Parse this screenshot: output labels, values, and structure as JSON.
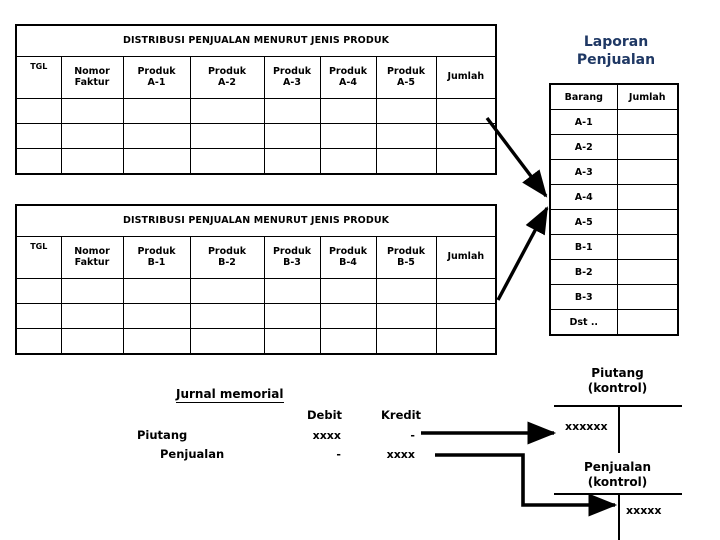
{
  "tables": [
    {
      "id": "distribusi-a",
      "title": "DISTRIBUSI PENJUALAN MENURUT JENIS PRODUK",
      "headers": [
        "TGL",
        "Nomor Faktur",
        "Produk A-1",
        "Produk A-2",
        "Produk A-3",
        "Produk A-4",
        "Produk A-5",
        "Jumlah"
      ],
      "headers_lines": [
        [
          "TGL",
          ""
        ],
        [
          "Nomor",
          "Faktur"
        ],
        [
          "Produk",
          "A-1"
        ],
        [
          "Produk",
          "A-2"
        ],
        [
          "Produk",
          "A-3"
        ],
        [
          "Produk",
          "A-4"
        ],
        [
          "Produk",
          "A-5"
        ],
        [
          "Jumlah",
          ""
        ]
      ],
      "rows": [
        [
          "",
          "",
          "",
          "",
          "",
          "",
          "",
          ""
        ],
        [
          "",
          "",
          "",
          "",
          "",
          "",
          "",
          ""
        ],
        [
          "",
          "",
          "",
          "",
          "",
          "",
          "",
          ""
        ]
      ]
    },
    {
      "id": "distribusi-b",
      "title": "DISTRIBUSI PENJUALAN MENURUT JENIS PRODUK",
      "headers": [
        "TGL",
        "Nomor Faktur",
        "Produk B-1",
        "Produk B-2",
        "Produk B-3",
        "Produk B-4",
        "Produk B-5",
        "Jumlah"
      ],
      "headers_lines": [
        [
          "TGL",
          ""
        ],
        [
          "Nomor",
          "Faktur"
        ],
        [
          "Produk",
          "B-1"
        ],
        [
          "Produk",
          "B-2"
        ],
        [
          "Produk",
          "B-3"
        ],
        [
          "Produk",
          "B-4"
        ],
        [
          "Produk",
          "B-5"
        ],
        [
          "Jumlah",
          ""
        ]
      ],
      "rows": [
        [
          "",
          "",
          "",
          "",
          "",
          "",
          "",
          ""
        ],
        [
          "",
          "",
          "",
          "",
          "",
          "",
          "",
          ""
        ],
        [
          "",
          "",
          "",
          "",
          "",
          "",
          "",
          ""
        ]
      ]
    }
  ],
  "laporan": {
    "title_line1": "Laporan",
    "title_line2": "Penjualan",
    "title_color": "#1F3864",
    "headers": [
      "Barang",
      "Jumlah"
    ],
    "rows": [
      [
        "A-1",
        ""
      ],
      [
        "A-2",
        ""
      ],
      [
        "A-3",
        ""
      ],
      [
        "A-4",
        ""
      ],
      [
        "A-5",
        ""
      ],
      [
        "B-1",
        ""
      ],
      [
        "B-2",
        ""
      ],
      [
        "B-3",
        ""
      ],
      [
        "Dst ..",
        ""
      ]
    ]
  },
  "jurnal": {
    "title": "Jurnal  memorial",
    "col_debit": "Debit",
    "col_kredit": "Kredit",
    "lines": [
      {
        "account": "Piutang",
        "debit": "xxxx",
        "kredit": "-"
      },
      {
        "account": "Penjualan",
        "debit": "-",
        "kredit": "xxxx"
      }
    ]
  },
  "t_accounts": [
    {
      "id": "piutang-kontrol",
      "title_line1": "Piutang",
      "title_line2": "(kontrol)",
      "debit_value": "xxxxxx",
      "kredit_value": ""
    },
    {
      "id": "penjualan-kontrol",
      "title_line1": "Penjualan",
      "title_line2": "(kontrol)",
      "debit_value": "",
      "kredit_value": "xxxxx"
    }
  ],
  "connectors": [
    {
      "id": "arrow-dist-a-to-laporan",
      "kind": "arrow-diagonal"
    },
    {
      "id": "arrow-dist-b-to-laporan",
      "kind": "arrow-diagonal"
    },
    {
      "id": "arrow-jurnal-debit-to-piutang",
      "kind": "arrow-straight"
    },
    {
      "id": "arrow-jurnal-kredit-to-penjualan",
      "kind": "arrow-elbow"
    }
  ],
  "colors": {
    "line": "#000000",
    "accent": "#1F3864",
    "background": "#ffffff"
  }
}
